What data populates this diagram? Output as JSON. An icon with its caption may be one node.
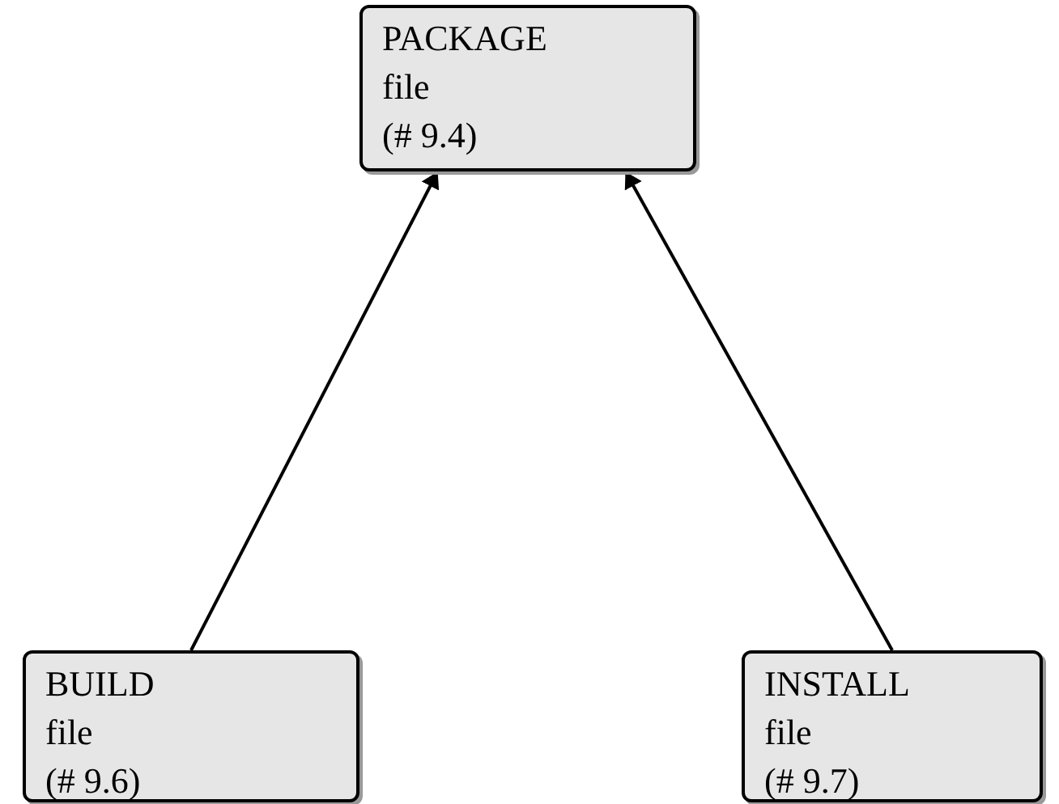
{
  "diagram": {
    "nodes": [
      {
        "text": [
          "PACKAGE",
          "file",
          "(# 9.4)"
        ]
      },
      {
        "text": [
          "BUILD",
          "file",
          "(# 9.6)"
        ]
      },
      {
        "text": [
          "INSTALL",
          "file",
          "(# 9.7)"
        ]
      }
    ],
    "edges": [
      {
        "from": 1,
        "to": 0,
        "arrow": "to"
      },
      {
        "from": 2,
        "to": 0,
        "arrow": "to"
      }
    ]
  }
}
